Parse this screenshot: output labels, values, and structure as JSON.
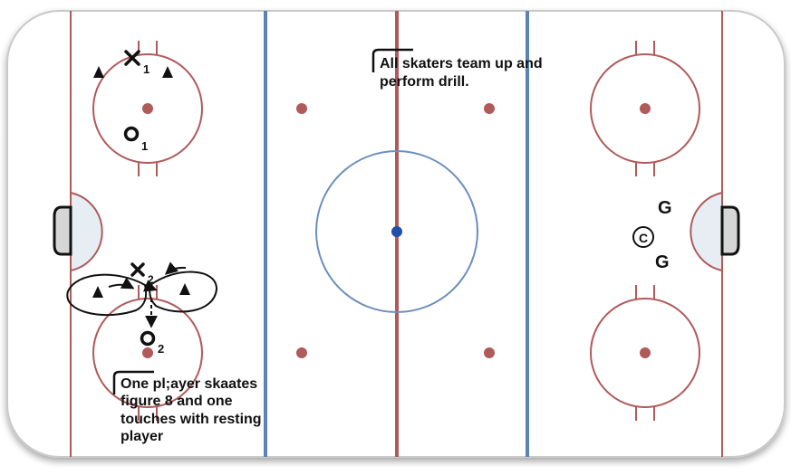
{
  "notes": {
    "top": [
      "All skaters team up and",
      "perform drill."
    ],
    "bottom": [
      "One pl;ayer skaates",
      "figure 8 and one",
      "touches with resting",
      "player"
    ]
  },
  "players": {
    "x1_sub": "1",
    "o1_sub": "1",
    "x2_sub": "2",
    "o2_sub": "2",
    "goalie_top": "G",
    "goalie_bottom": "G",
    "coach": "C"
  },
  "colors": {
    "red_line": "#b05a5a",
    "blue_line": "#5b84b5",
    "center_circle": "#6b8fbd",
    "center_dot": "#1f4fa8",
    "boards": "#7a7a7a",
    "crease": "#e6eef4"
  }
}
